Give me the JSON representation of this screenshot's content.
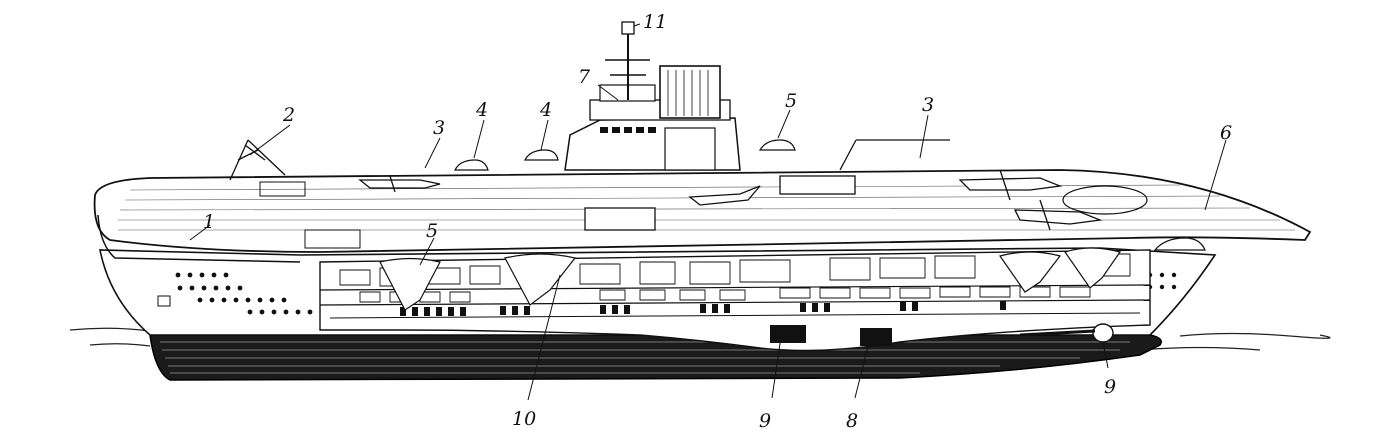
{
  "diagram": {
    "subject": "aircraft carrier cutaway (side elevation)",
    "colors": {
      "ink": "#111111",
      "paper": "#ffffff",
      "hull": "#1a1a1a"
    },
    "callouts": [
      "1",
      "2",
      "3",
      "4",
      "4",
      "5",
      "3",
      "6",
      "5",
      "7",
      "11",
      "10",
      "9",
      "8",
      "9"
    ]
  }
}
